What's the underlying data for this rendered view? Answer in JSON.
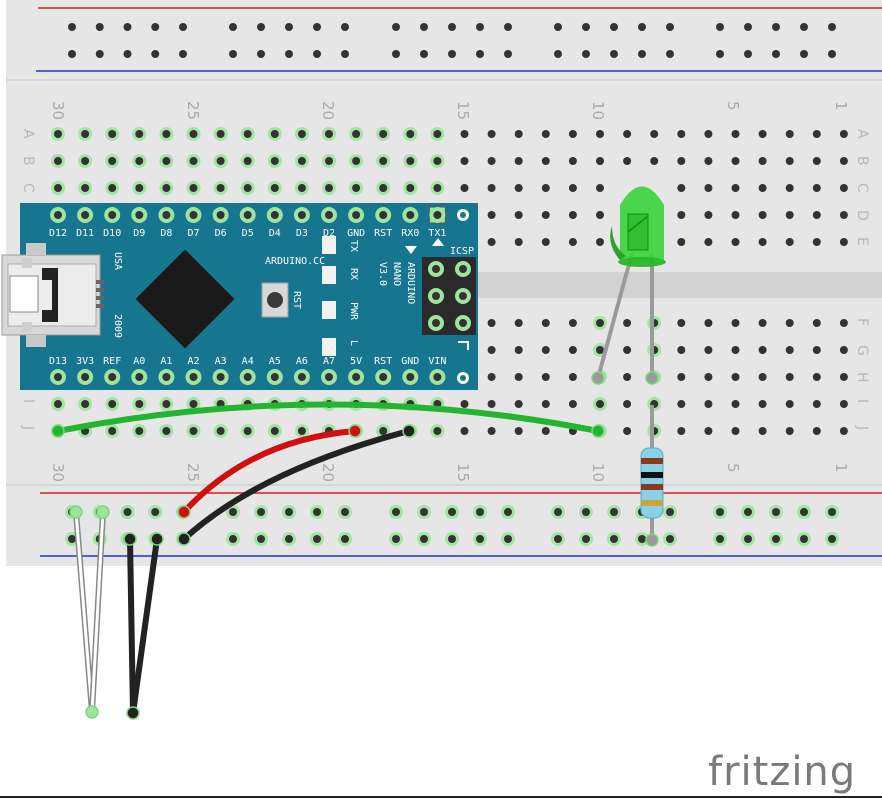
{
  "breadboard": {
    "column_numbers": [
      "30",
      "25",
      "20",
      "15",
      "10",
      "5",
      "1"
    ],
    "row_letters_top": [
      "A",
      "B",
      "C",
      "D",
      "E"
    ],
    "row_letters_bottom": [
      "F",
      "G",
      "H",
      "I",
      "J"
    ]
  },
  "arduino": {
    "top_pins": [
      "D12",
      "D11",
      "D10",
      "D9",
      "D8",
      "D7",
      "D6",
      "D5",
      "D4",
      "D3",
      "D2",
      "GND",
      "RST",
      "RX0",
      "TX1"
    ],
    "bottom_pins": [
      "D13",
      "3V3",
      "REF",
      "A0",
      "A1",
      "A2",
      "A3",
      "A4",
      "A5",
      "A6",
      "A7",
      "5V",
      "RST",
      "GND",
      "VIN"
    ],
    "brand": "ARDUINO.CC",
    "model_lines": [
      "ARDUINO",
      "NANO",
      "V3.0"
    ],
    "usa": "USA",
    "year": "2009",
    "icsp": "ICSP",
    "rst_button": "RST",
    "leds": [
      "TX",
      "RX",
      "PWR",
      "L"
    ],
    "board_color": "#16758f"
  },
  "wires": {
    "green": "#23b52f",
    "red": "#d20f0f",
    "black": "#222222",
    "white": "#ffffff"
  },
  "led_color": "#39d43a",
  "footer": {
    "logo": "fritzing"
  }
}
